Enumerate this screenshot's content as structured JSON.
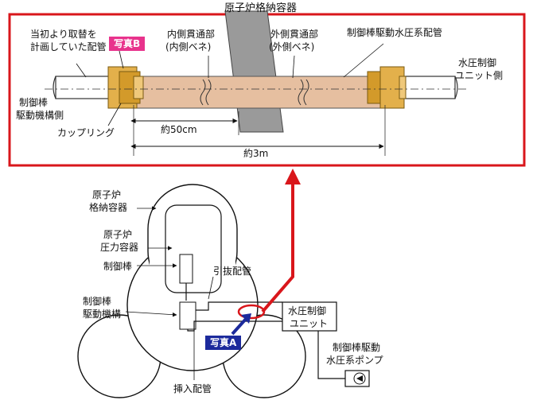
{
  "top_panel": {
    "containment_vessel": "原子炉格納容器",
    "planned_pipe": [
      "当初より取替を",
      "計画していた配管"
    ],
    "photo_b": "写真B",
    "inner_penetration": [
      "内側貫通部",
      "(内側ベネ)"
    ],
    "outer_penetration": [
      "外側貫通部",
      "(外側ベネ)"
    ],
    "hydraulic_pipe": "制御棒駆動水圧系配管",
    "unit_side": [
      "水圧制御",
      "ユニット側"
    ],
    "drive_side": [
      "制御棒",
      "駆動機構側"
    ],
    "coupling": "カップリング",
    "dim_50cm": "約50cm",
    "dim_3m": "約3m"
  },
  "bottom_panel": {
    "containment_vessel": [
      "原子炉",
      "格納容器"
    ],
    "pressure_vessel": [
      "原子炉",
      "圧力容器"
    ],
    "control_rod": "制御棒",
    "withdraw_pipe": "引抜配管",
    "drive_mechanism": [
      "制御棒",
      "駆動機構"
    ],
    "hcu": [
      "水圧制御",
      "ユニット"
    ],
    "photo_a": "写真A",
    "pump": [
      "制御棒駆動",
      "水圧系ポンプ"
    ],
    "insert_pipe": "挿入配管"
  },
  "colors": {
    "frame_red": "#d9161b",
    "pipe_tan": "#e6bfa0",
    "coupling_gold": "#e3b04b",
    "wall_gray": "#9a9a9a",
    "badge_b": "#e8338c",
    "badge_a": "#1c2a9c"
  }
}
